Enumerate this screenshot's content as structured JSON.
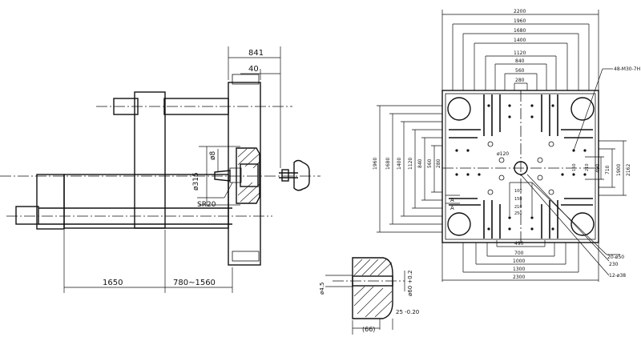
{
  "side_view": {
    "dim_top": "841",
    "dim_top_inner": "40",
    "dim_nozzle_dia": "ø8",
    "dim_platen_dia": "ø315",
    "dim_sphere_radius": "SR20",
    "dim_bottom_left": "1650",
    "dim_bottom_right": "780~1560"
  },
  "nozzle_detail": {
    "dim_bore": "ø4.5",
    "dim_outer": "ø60 +0.2",
    "dim_depth": "25 -0.20",
    "dim_width": "(66)"
  },
  "platen_view": {
    "width_dims": [
      "2200",
      "1960",
      "1680",
      "1400",
      "1120",
      "840",
      "560",
      "280"
    ],
    "height_dims": [
      "1960",
      "1680",
      "1400",
      "1120",
      "840",
      "560",
      "280"
    ],
    "right_dims": [
      "1900",
      "2162",
      "710",
      "490",
      "210",
      "150"
    ],
    "center_hole": "ø120",
    "thread_callout": "48-M30-7H",
    "callout_holes_a": "20-ø50",
    "callout_holes_b": "230",
    "callout_holes_c": "12-ø38",
    "bottom_dims": [
      "490",
      "700",
      "1000",
      "1300",
      "2300"
    ],
    "small_dims": [
      "100",
      "150",
      "210",
      "250"
    ],
    "section_marks": [
      "A",
      "A"
    ]
  }
}
